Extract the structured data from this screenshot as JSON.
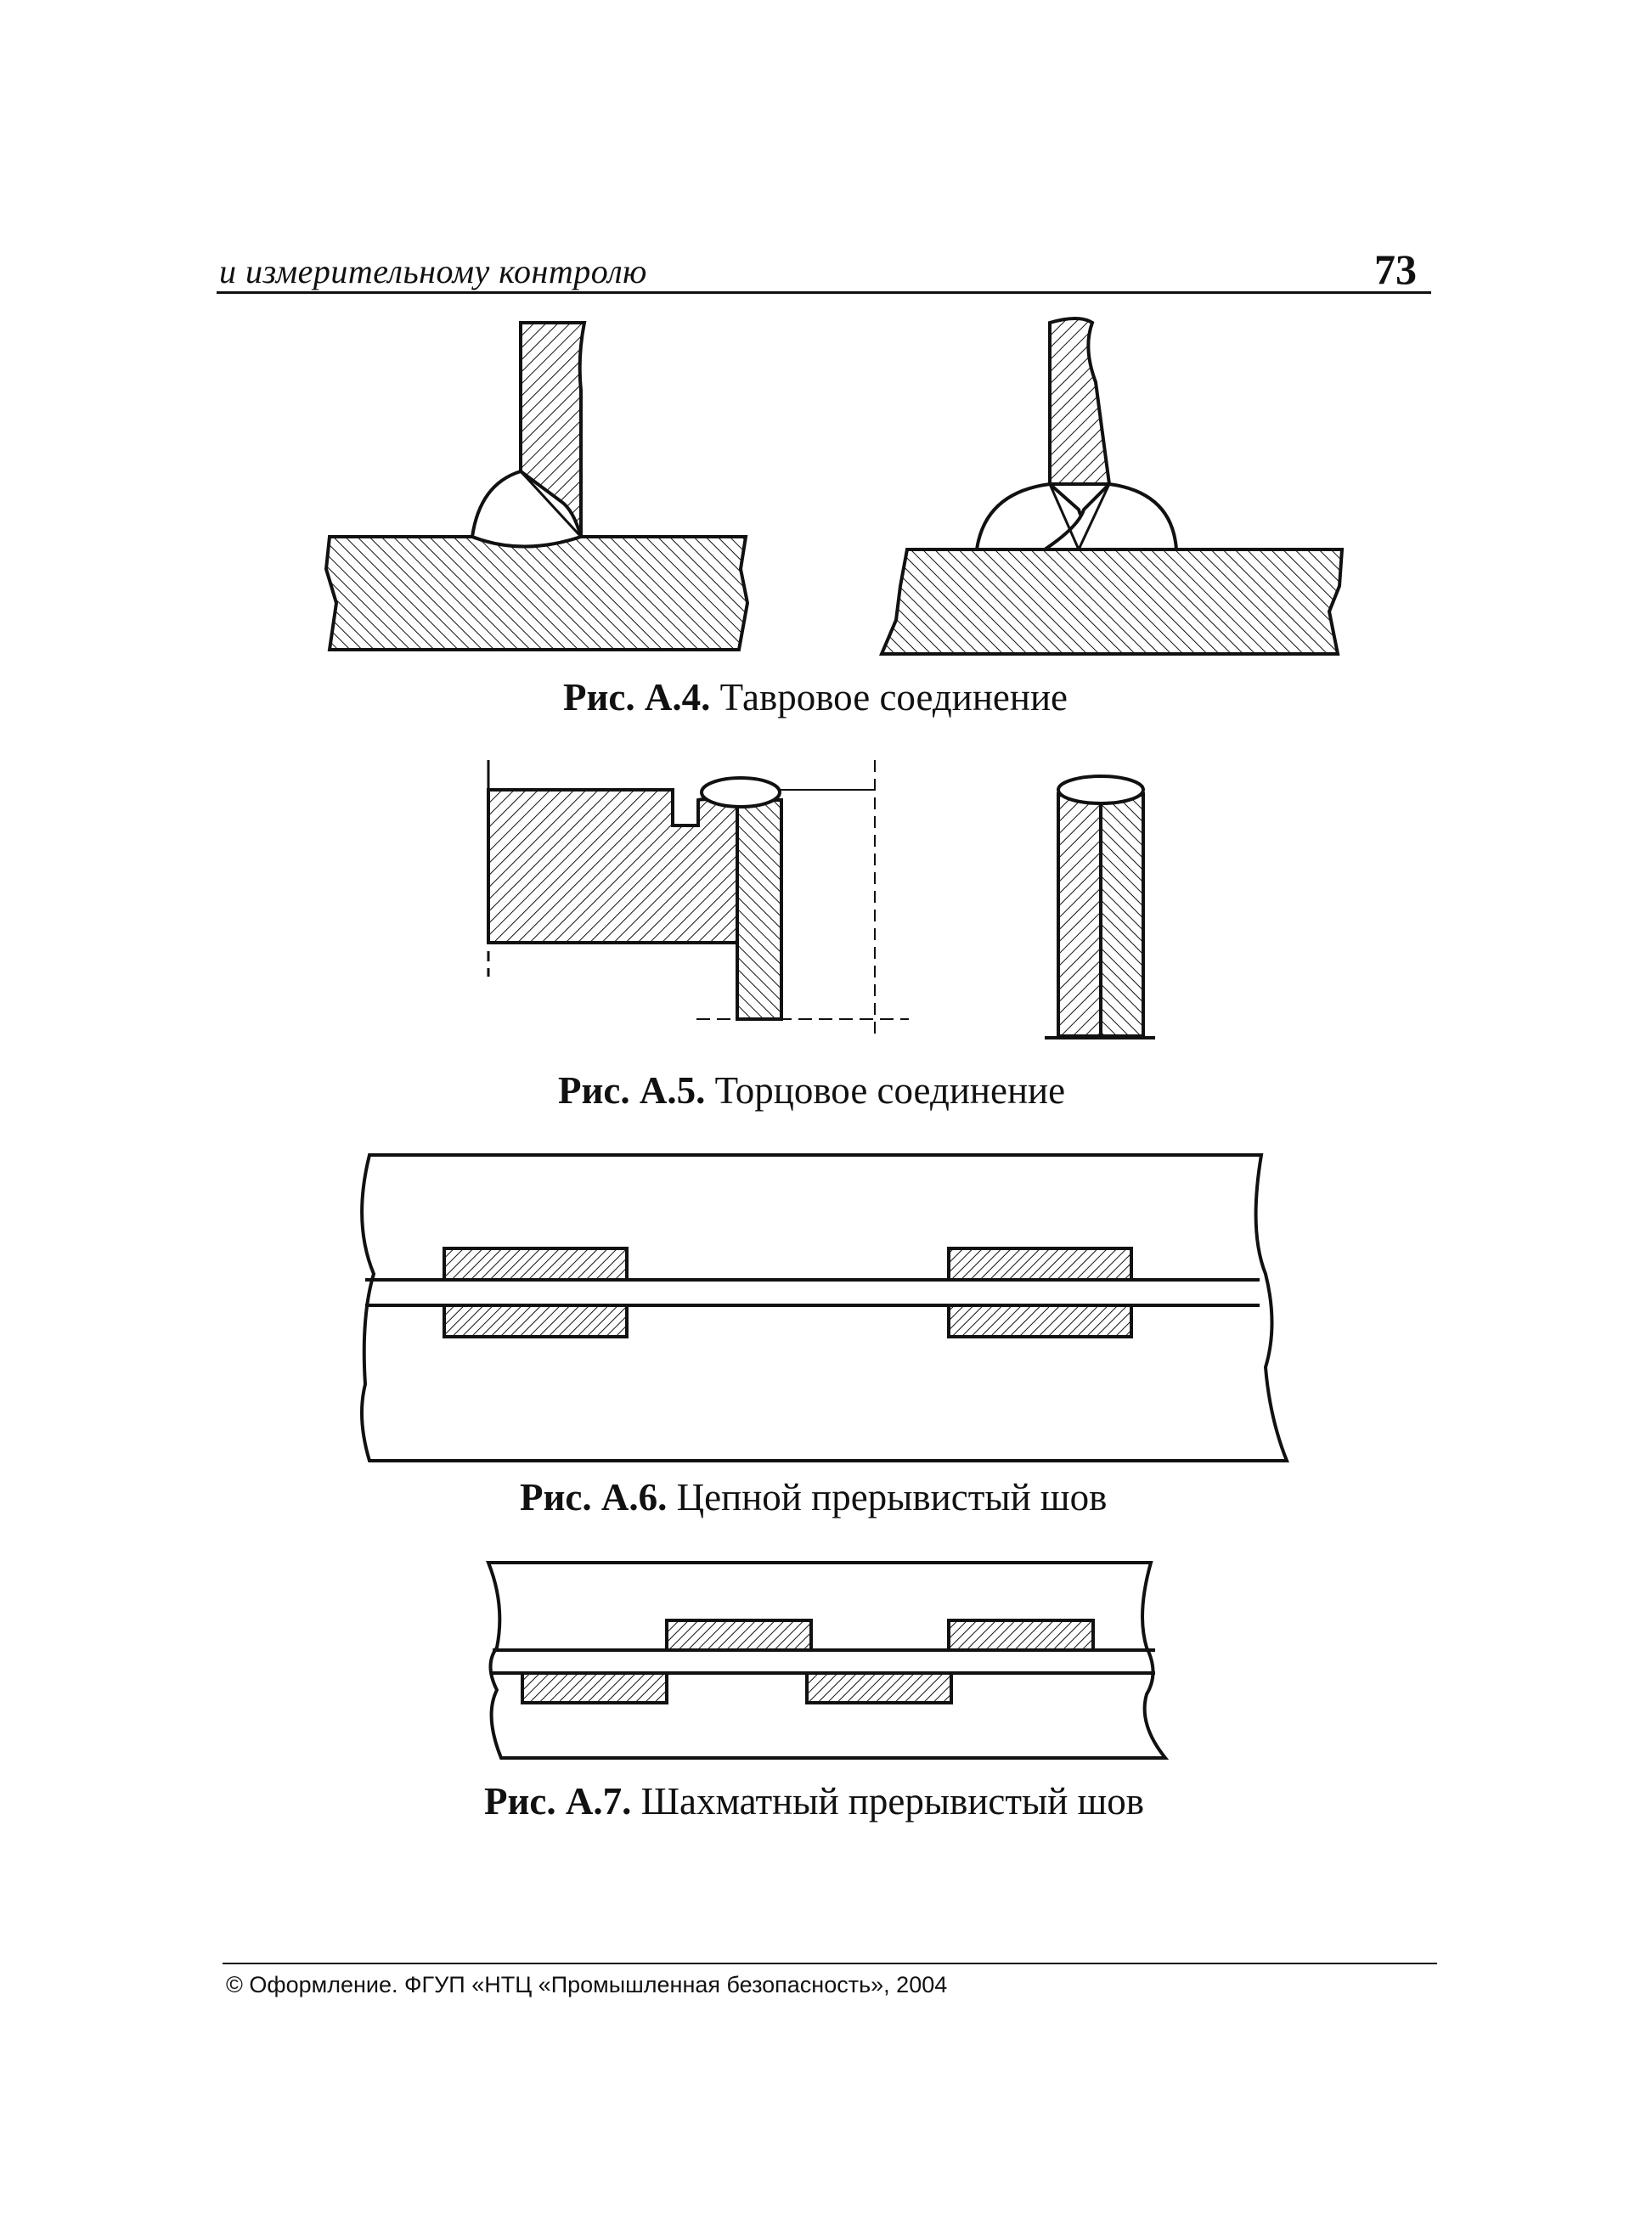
{
  "header": {
    "title": "и измерительному контролю",
    "page_number": "73"
  },
  "figures": [
    {
      "label": "Рис. А.4.",
      "caption": "Тавровое соединение"
    },
    {
      "label": "Рис. А.5.",
      "caption": "Торцовое соединение"
    },
    {
      "label": "Рис. А.6.",
      "caption": "Цепной прерывистый шов"
    },
    {
      "label": "Рис. А.7.",
      "caption": "Шахматный прерывистый шов"
    }
  ],
  "footer": {
    "copyright": "© Оформление. ФГУП «НТЦ «Промышленная безопасность», 2004"
  },
  "colors": {
    "ink": "#111111",
    "paper": "#ffffff"
  }
}
